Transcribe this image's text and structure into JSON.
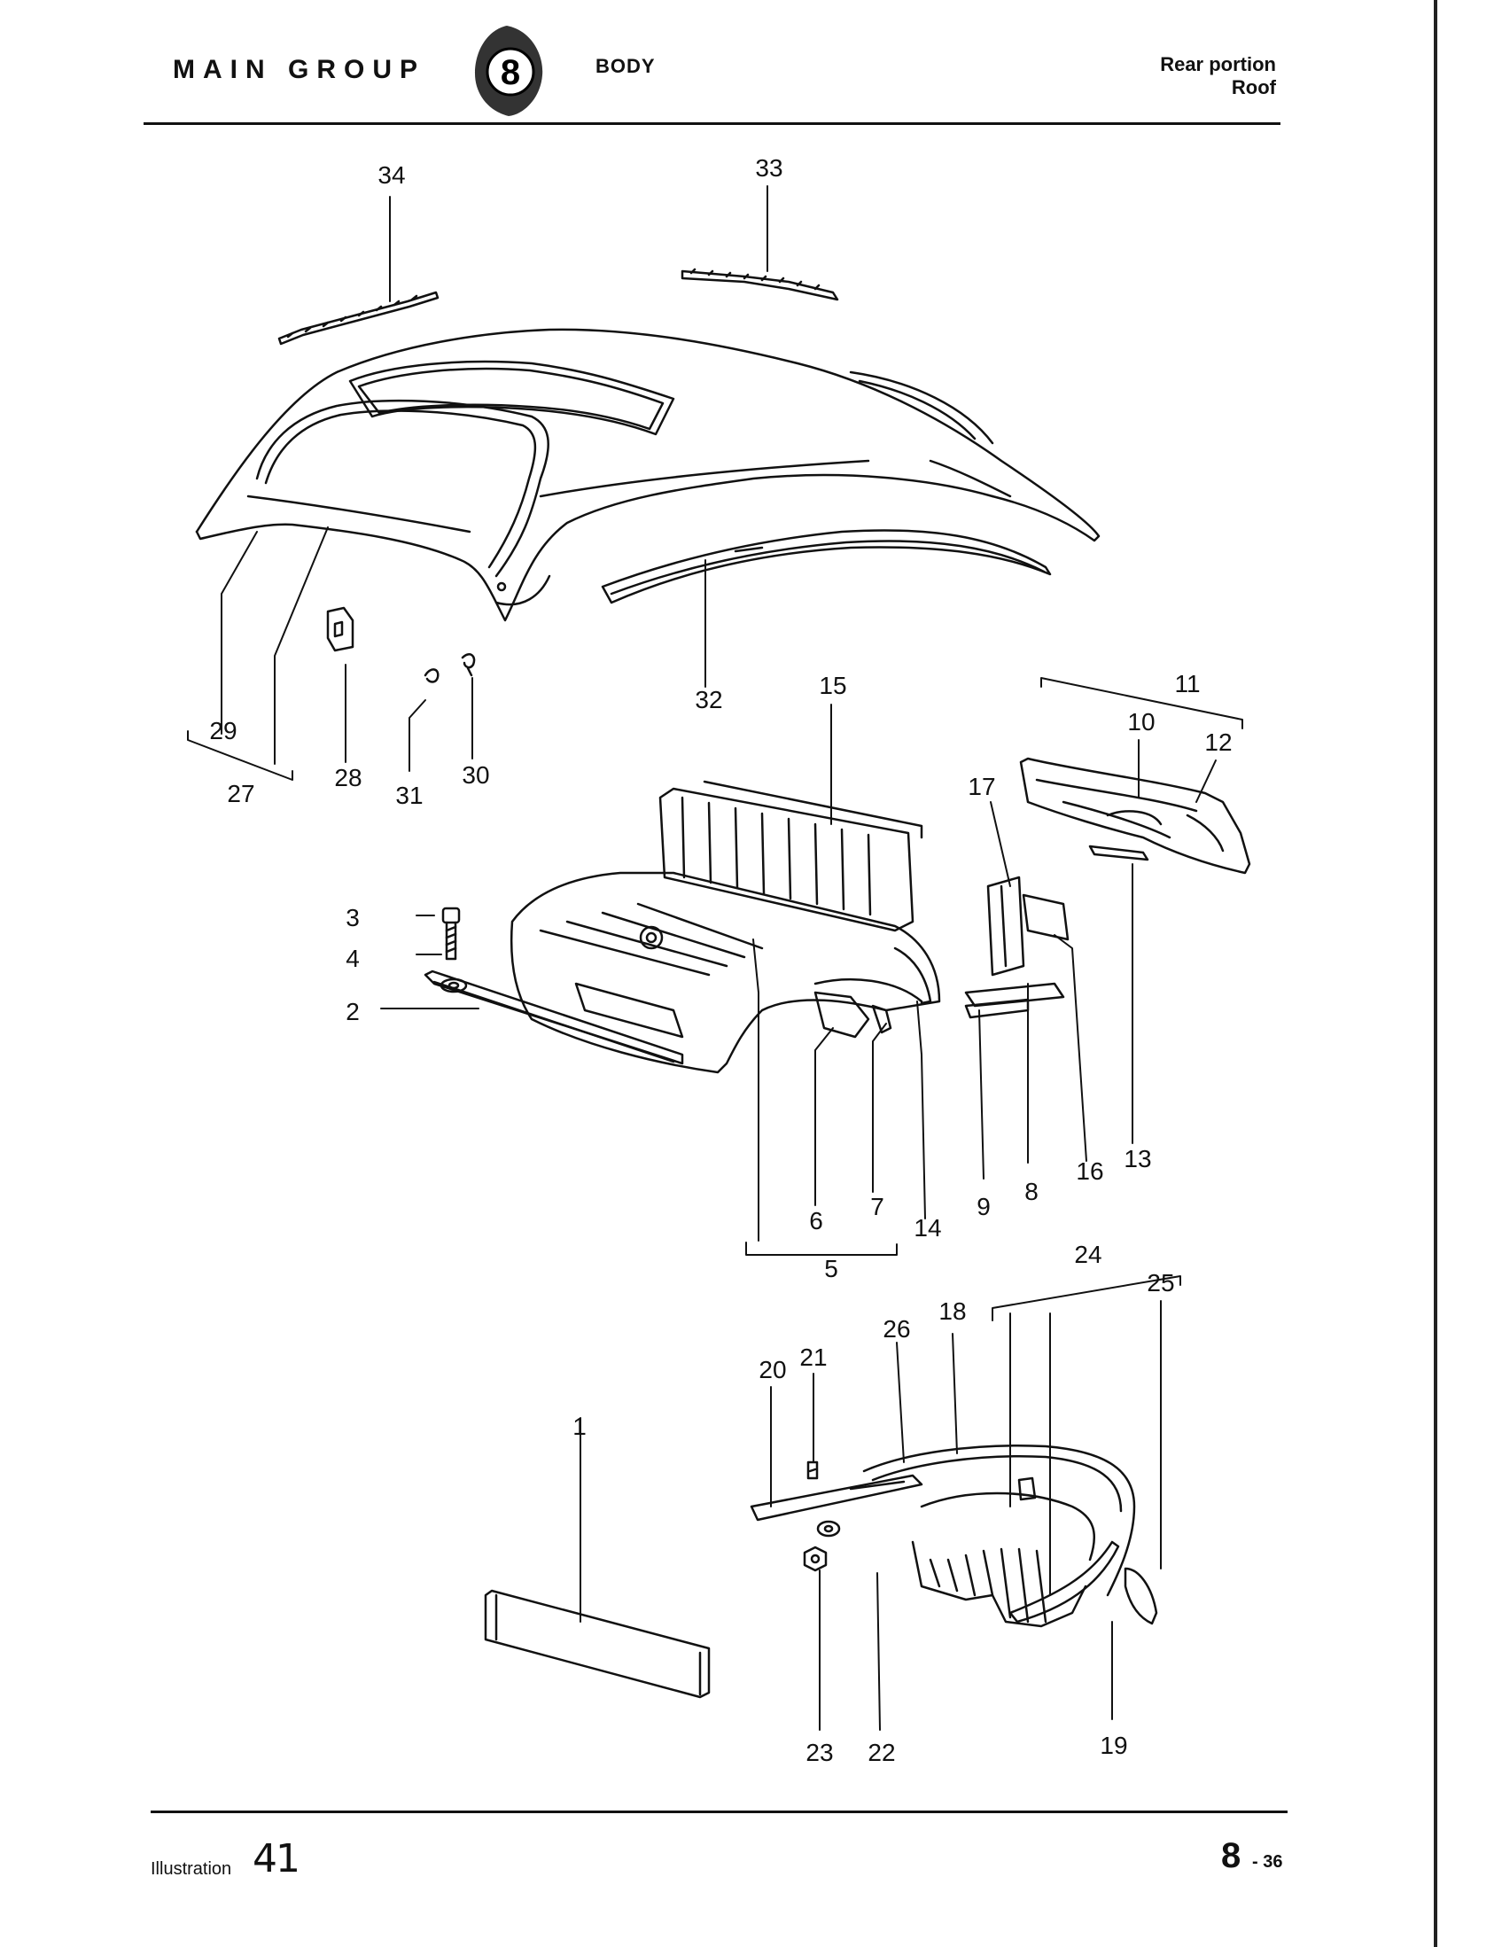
{
  "header": {
    "main_group": "MAIN GROUP",
    "group_number": "8",
    "section": "BODY",
    "subtitle_line1": "Rear portion",
    "subtitle_line2": "Roof"
  },
  "footer": {
    "illustration_label": "Illustration",
    "illustration_number": "41",
    "page_number": "8",
    "page_sub": "- 36"
  },
  "callouts": {
    "c1": "1",
    "c2": "2",
    "c3": "3",
    "c4": "4",
    "c5": "5",
    "c6": "6",
    "c7": "7",
    "c8": "8",
    "c9": "9",
    "c10": "10",
    "c11": "11",
    "c12": "12",
    "c13": "13",
    "c14": "14",
    "c15": "15",
    "c16": "16",
    "c17": "17",
    "c18": "18",
    "c19": "19",
    "c20": "20",
    "c21": "21",
    "c22": "22",
    "c23": "23",
    "c24": "24",
    "c25": "25",
    "c26": "26",
    "c27": "27",
    "c28": "28",
    "c29": "29",
    "c30": "30",
    "c31": "31",
    "c32": "32",
    "c33": "33",
    "c34": "34"
  }
}
